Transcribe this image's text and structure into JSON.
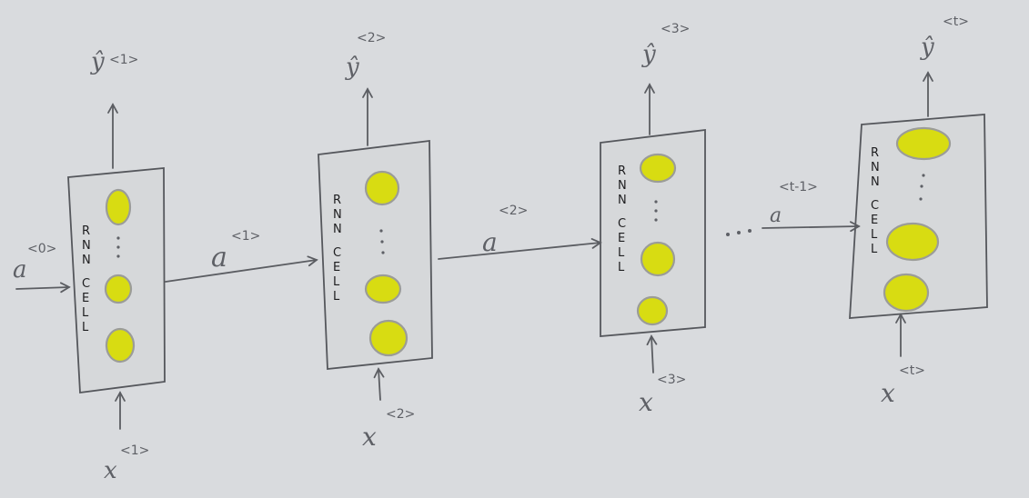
{
  "diagram": {
    "cell_label": "RNN CELL",
    "cells": [
      {
        "id": "cell-1",
        "input_symbol": "x",
        "input_step": "<1>",
        "output_symbol": "ŷ",
        "output_step": "<1>"
      },
      {
        "id": "cell-2",
        "input_symbol": "x",
        "input_step": "<2>",
        "output_symbol": "ŷ",
        "output_step": "<2>"
      },
      {
        "id": "cell-3",
        "input_symbol": "x",
        "input_step": "<3>",
        "output_symbol": "ŷ",
        "output_step": "<3>"
      },
      {
        "id": "cell-t",
        "input_symbol": "x",
        "input_step": "<t>",
        "output_symbol": "ŷ",
        "output_step": "<t>"
      }
    ],
    "activations": [
      {
        "id": "a0",
        "symbol": "a",
        "step": "<0>"
      },
      {
        "id": "a1",
        "symbol": "a",
        "step": "<1>"
      },
      {
        "id": "a2",
        "symbol": "a",
        "step": "<2>"
      },
      {
        "id": "at-1",
        "symbol": "a",
        "step": "<t-1>"
      }
    ],
    "node_color": "#d8dc12"
  }
}
